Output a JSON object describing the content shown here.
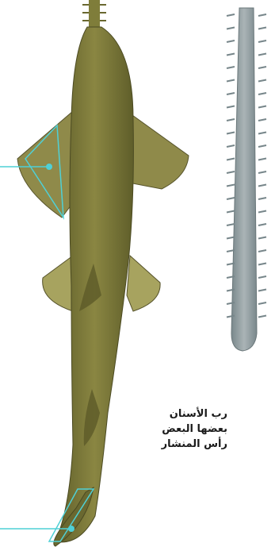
{
  "caption": {
    "lines": [
      "رب الأسنان",
      "بعضها البعض",
      "رأس المنشار"
    ]
  },
  "colors": {
    "body": "#7f7d3a",
    "body_light": "#a7a35f",
    "fin": "#8f8a4a",
    "rostrum": "#98a3a6",
    "rostrum_teeth": "#77868a",
    "callout": "#4fd0d6"
  }
}
